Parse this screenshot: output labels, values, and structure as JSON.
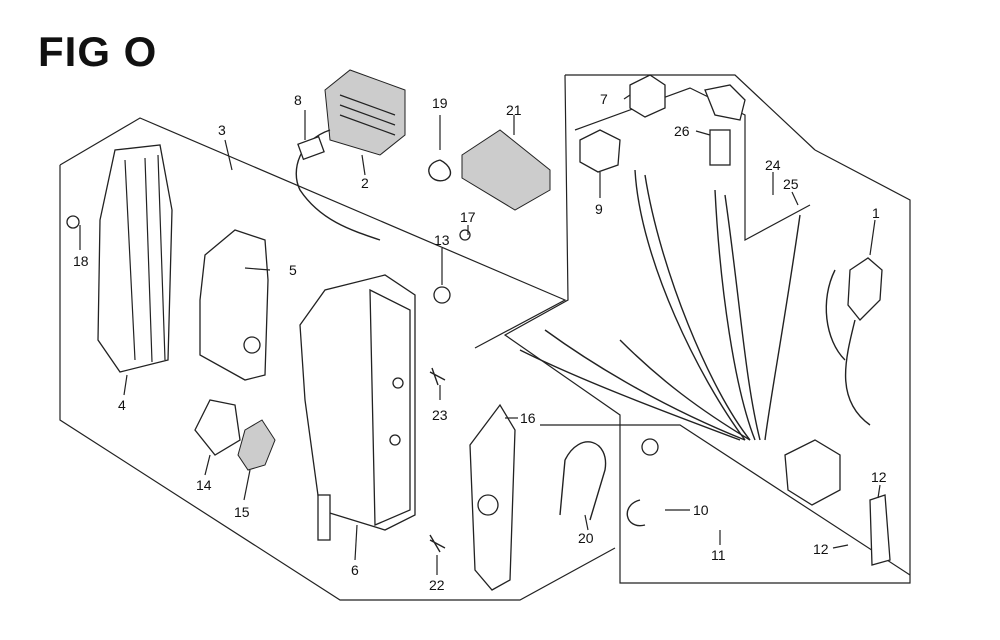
{
  "figure_title": "FIG O",
  "callouts": [
    "1",
    "2",
    "3",
    "4",
    "5",
    "6",
    "7",
    "8",
    "9",
    "10",
    "11",
    "12",
    "12",
    "13",
    "14",
    "15",
    "16",
    "17",
    "18",
    "19",
    "20",
    "21",
    "22",
    "23",
    "24",
    "25",
    "26"
  ]
}
